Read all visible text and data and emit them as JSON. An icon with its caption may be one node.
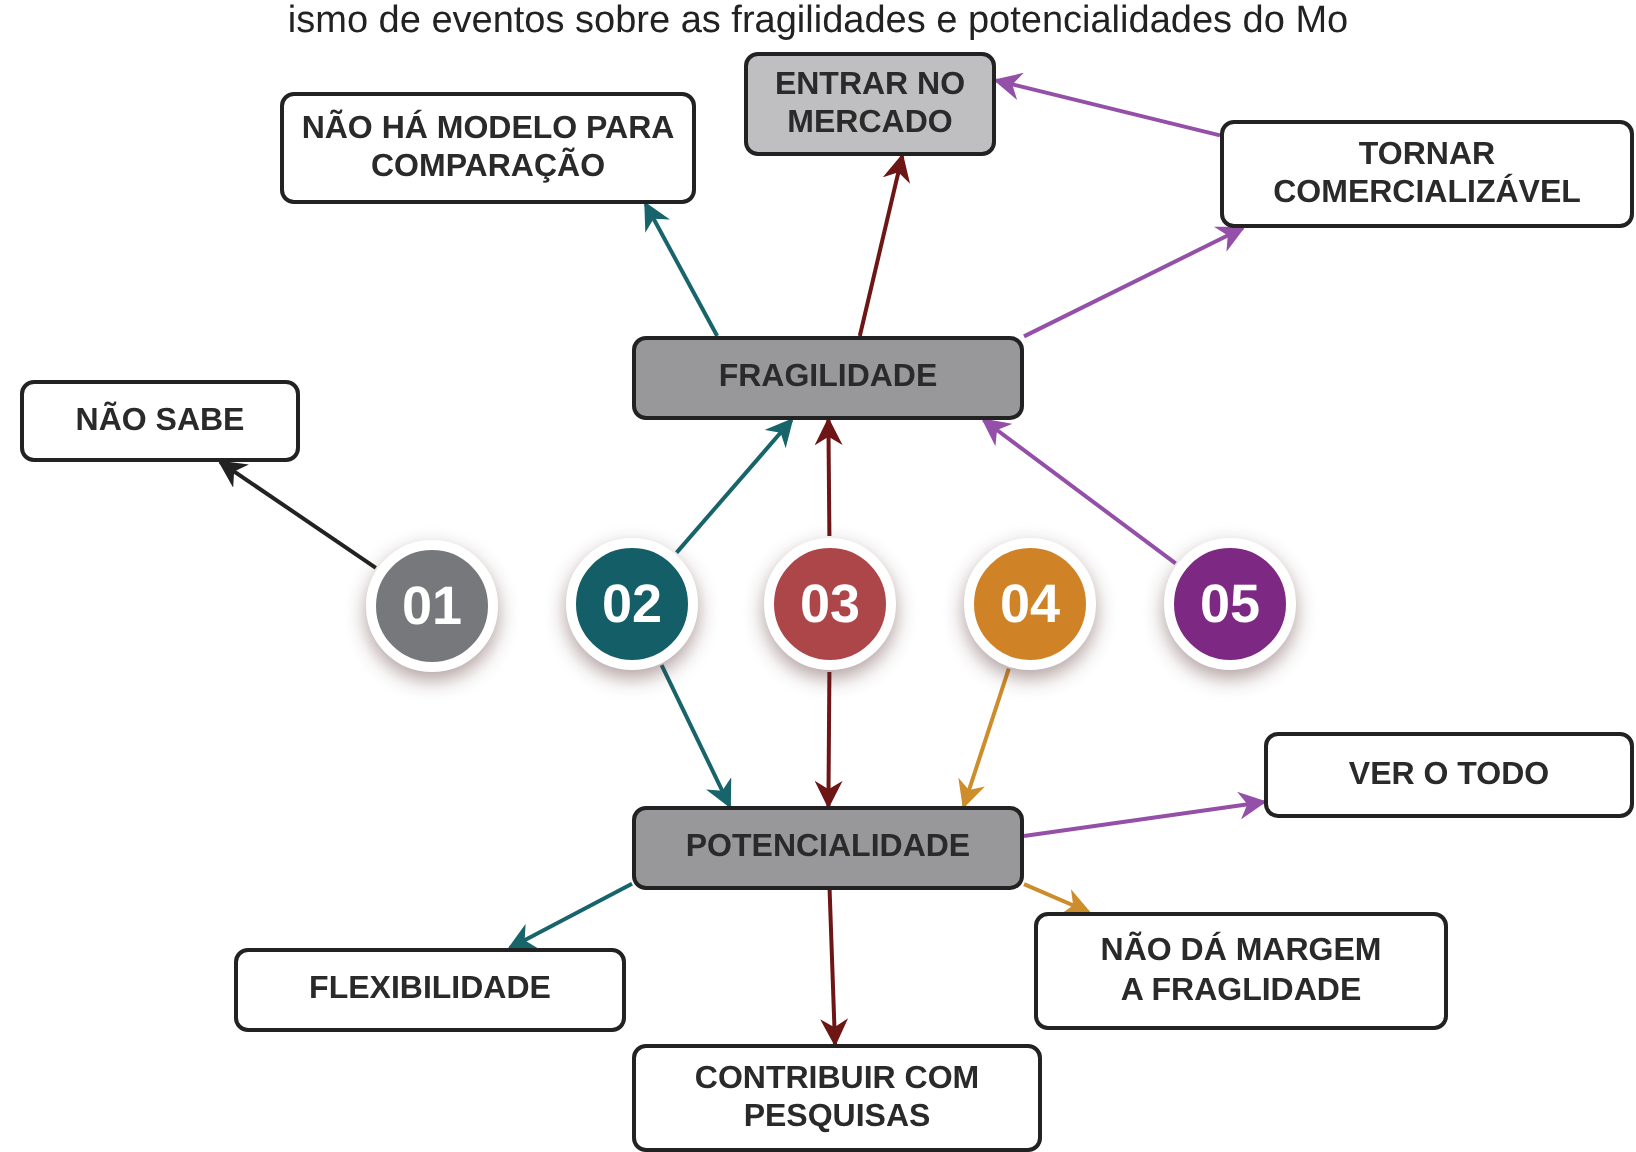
{
  "diagram": {
    "title": "ismo de eventos sobre as fragilidades e potencialidades do Mo",
    "nodes": [
      {
        "text": [
          "ENTRAR NO MERCADO"
        ]
      },
      {
        "text": [
          "NÃO HÁ MODELO PARA COMPARAÇÃO"
        ]
      },
      {
        "text": [
          "TORNAR COMERCIALIZÁVEL"
        ]
      },
      {
        "text": [
          "FRAGILIDADE"
        ]
      },
      {
        "text": [
          "NÃO SABE"
        ]
      },
      {
        "text": [
          "01"
        ]
      },
      {
        "text": [
          "02"
        ]
      },
      {
        "text": [
          "03"
        ]
      },
      {
        "text": [
          "04"
        ]
      },
      {
        "text": [
          "05"
        ]
      },
      {
        "text": [
          "POTENCIALIDADE"
        ]
      },
      {
        "text": [
          "VER O TODO"
        ]
      },
      {
        "text": [
          "FLEXIBILIDADE"
        ]
      },
      {
        "text": [
          "NÃO DÁ MARGEM A FRAGLIDADE"
        ]
      },
      {
        "text": [
          "CONTRIBUIR COM PESQUISAS"
        ]
      }
    ],
    "edges": [
      {
        "from": 5,
        "to": 4,
        "arrow": "to",
        "color": "#222222"
      },
      {
        "from": 6,
        "to": 3,
        "arrow": "to",
        "color": "#17646b"
      },
      {
        "from": 6,
        "to": 10,
        "arrow": "to",
        "color": "#17646b"
      },
      {
        "from": 7,
        "to": 3,
        "arrow": "to",
        "color": "#6e1515"
      },
      {
        "from": 7,
        "to": 10,
        "arrow": "to",
        "color": "#6e1515"
      },
      {
        "from": 8,
        "to": 10,
        "arrow": "to",
        "color": "#cc8d2a"
      },
      {
        "from": 9,
        "to": 3,
        "arrow": "to",
        "color": "#9450a8"
      },
      {
        "from": 3,
        "to": 1,
        "arrow": "to",
        "color": "#17646b"
      },
      {
        "from": 3,
        "to": 0,
        "arrow": "to",
        "color": "#6e1515"
      },
      {
        "from": 3,
        "to": 2,
        "arrow": "to",
        "color": "#9450a8"
      },
      {
        "from": 2,
        "to": 0,
        "arrow": "to",
        "color": "#9450a8"
      },
      {
        "from": 10,
        "to": 12,
        "arrow": "to",
        "color": "#17646b"
      },
      {
        "from": 10,
        "to": 14,
        "arrow": "to",
        "color": "#6e1515"
      },
      {
        "from": 10,
        "to": 13,
        "arrow": "to",
        "color": "#cc8d2a"
      },
      {
        "from": 10,
        "to": 11,
        "arrow": "to",
        "color": "#9450a8"
      }
    ]
  }
}
